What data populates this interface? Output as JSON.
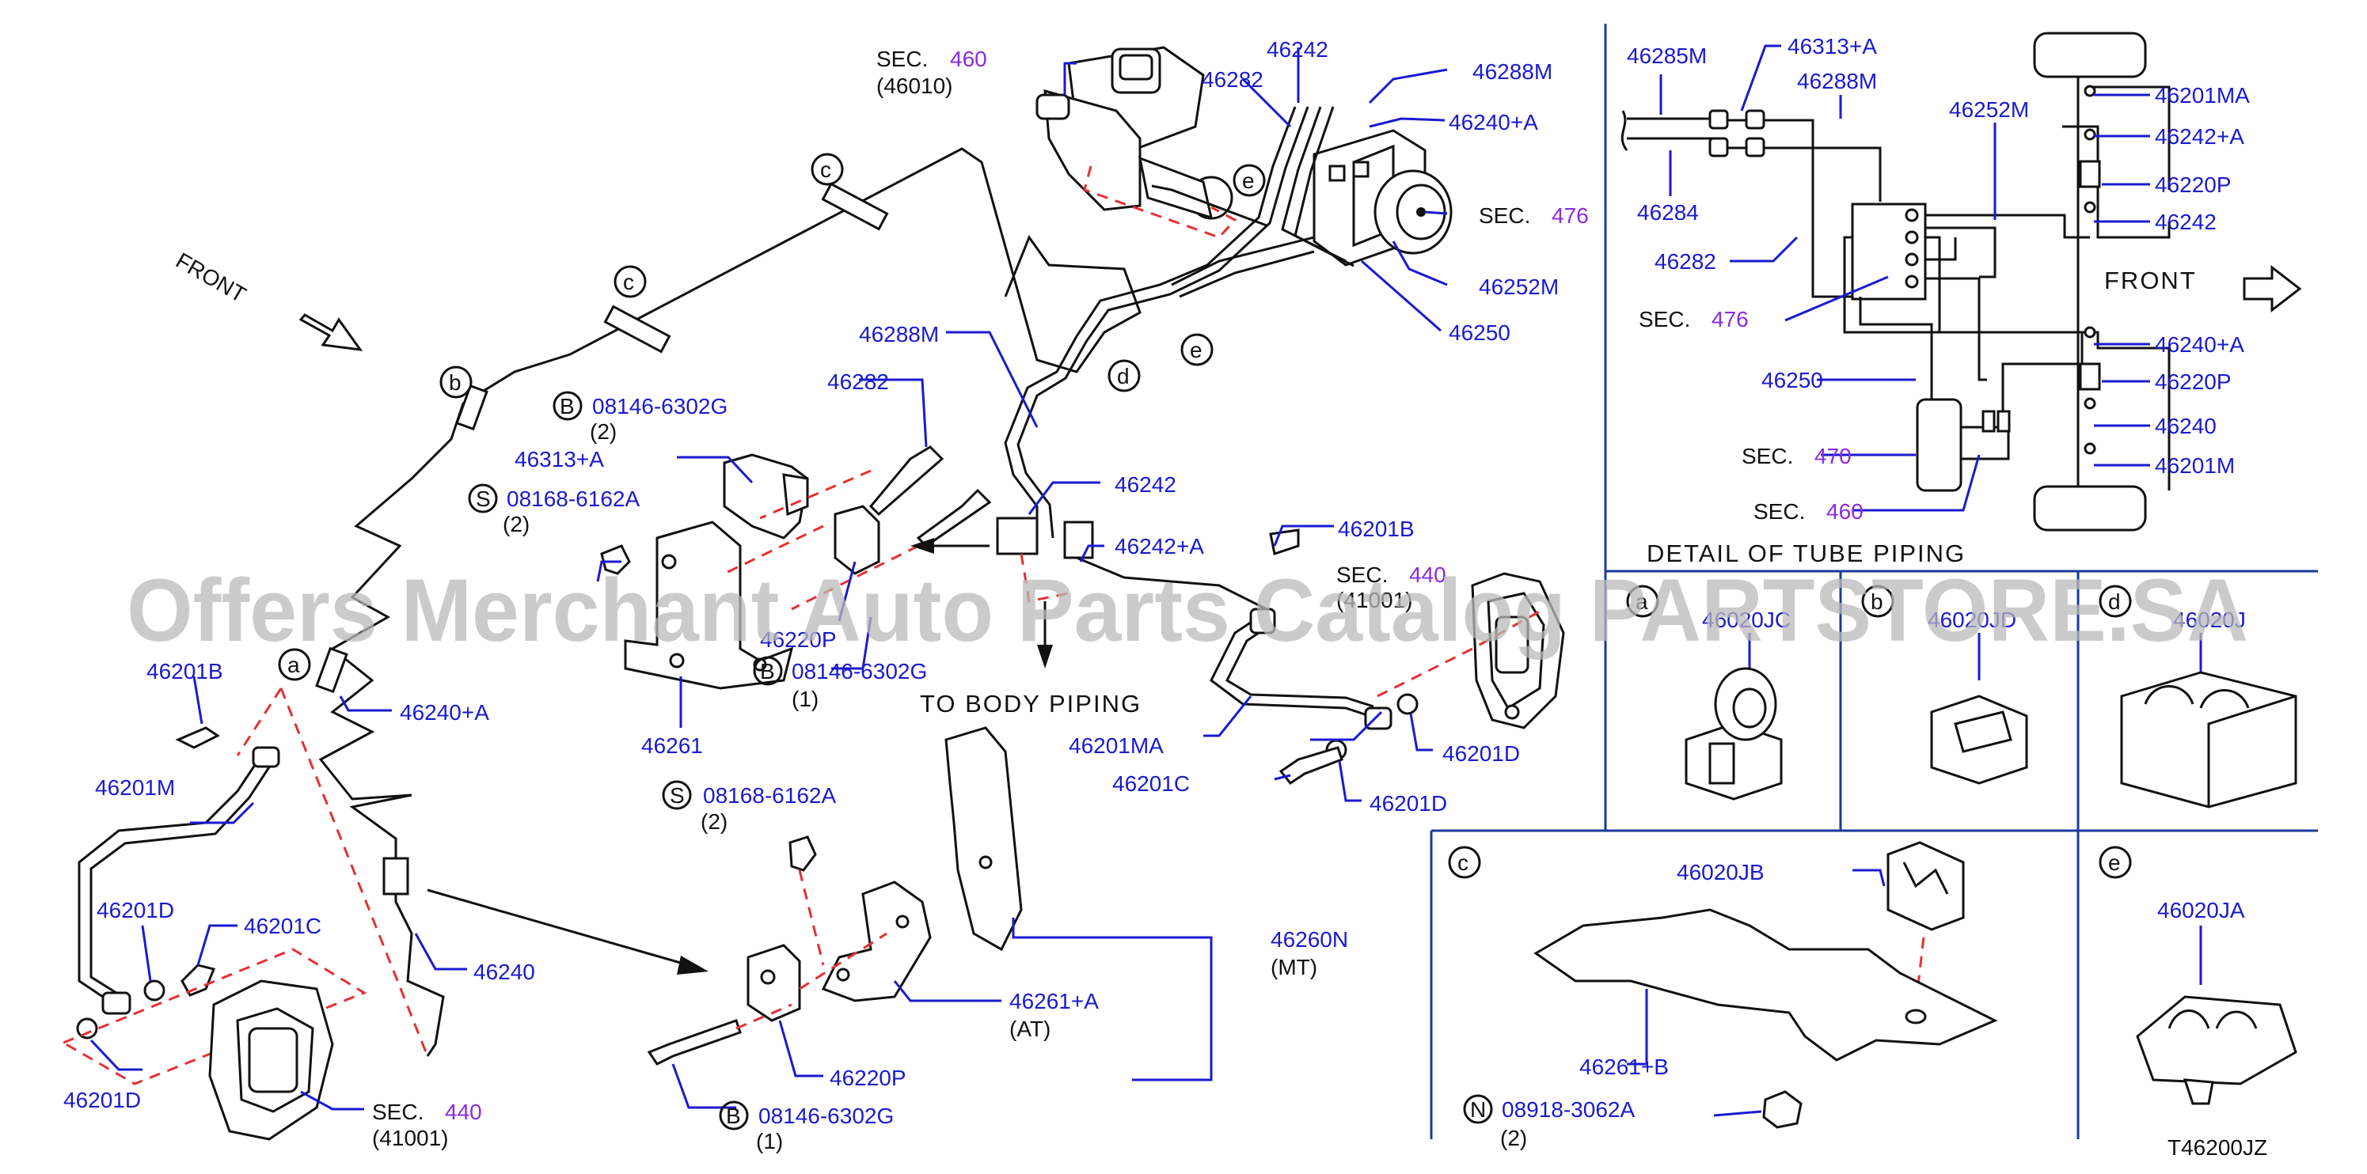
{
  "diagram_code": "T46200JZ",
  "watermark": "Offers Merchant Auto Parts Catalog PARTSTORE.SA",
  "front_label_main": "FRONT",
  "front_label_schematic": "FRONT",
  "to_body_piping": "TO  BODY  PIPING",
  "detail_title": "DETAIL  OF  TUBE  PIPING",
  "colors": {
    "part_number": "#1a1ad0",
    "section_ref": "#8a2be2",
    "guide_line": "#e53030",
    "frame": "#1a3a9a"
  },
  "callouts": {
    "sec460_top": {
      "prefix": "SEC.",
      "num": "460",
      "sub": "(46010)"
    },
    "p46242_top": "46242",
    "p46282_top": "46282",
    "p46288M_top": "46288M",
    "p46240A_top": "46240+A",
    "sec476_top": {
      "prefix": "SEC.",
      "num": "476"
    },
    "p46252M_top": "46252M",
    "p46250_top": "46250",
    "p46288M_mid": "46288M",
    "p46282_mid": "46282",
    "bolt_B1": {
      "letter": "B",
      "code": "08146-6302G",
      "qty": "(2)"
    },
    "p46313A": "46313+A",
    "bolt_S1": {
      "letter": "S",
      "code": "08168-6162A",
      "qty": "(2)"
    },
    "p46242_mid": "46242",
    "p46242A_mid": "46242+A",
    "p46220P_mid": "46220P",
    "bolt_B2": {
      "letter": "B",
      "code": "08146-6302G",
      "qty": "(1)"
    },
    "p46261": "46261",
    "p46201B_right": "46201B",
    "sec440_right": {
      "prefix": "SEC.",
      "num": "440",
      "sub": "(41001)"
    },
    "p46201MA": "46201MA",
    "p46201D_r1": "46201D",
    "p46201C_right": "46201C",
    "p46201D_r2": "46201D",
    "p46201B_left": "46201B",
    "p46240A_left": "46240+A",
    "p46201M_left": "46201M",
    "p46201D_l1": "46201D",
    "p46201C_left": "46201C",
    "p46240_left": "46240",
    "p46201D_l2": "46201D",
    "sec440_left": {
      "prefix": "SEC.",
      "num": "440",
      "sub": "(41001)"
    },
    "bolt_S2": {
      "letter": "S",
      "code": "08168-6162A",
      "qty": "(2)"
    },
    "p46260N": "46260N",
    "p46260N_note": "(MT)",
    "p46261A": "46261+A",
    "p46261A_note": "(AT)",
    "p46220P_low": "46220P",
    "bolt_B3": {
      "letter": "B",
      "code": "08146-6302G",
      "qty": "(1)"
    },
    "tag_a": "a",
    "tag_b": "b",
    "tag_c1": "c",
    "tag_c2": "c",
    "tag_d": "d",
    "tag_e1": "e",
    "tag_e2": "e"
  },
  "schematic": {
    "p46285M": "46285M",
    "p46313A": "46313+A",
    "p46288M": "46288M",
    "p46284": "46284",
    "p46252M": "46252M",
    "p46282": "46282",
    "sec476": {
      "prefix": "SEC.",
      "num": "476"
    },
    "p46250": "46250",
    "sec470": {
      "prefix": "SEC.",
      "num": "470"
    },
    "sec460": {
      "prefix": "SEC.",
      "num": "460"
    },
    "p46201MA": "46201MA",
    "p46242A": "46242+A",
    "p46220P_r1": "46220P",
    "p46242": "46242",
    "p46240A": "46240+A",
    "p46220P_r2": "46220P",
    "p46240": "46240",
    "p46201M": "46201M"
  },
  "details": {
    "a": {
      "tag": "a",
      "part": "46020JC"
    },
    "b": {
      "tag": "b",
      "part": "46020JD"
    },
    "d": {
      "tag": "d",
      "part": "46020J"
    },
    "c": {
      "tag": "c",
      "part_clip": "46020JB",
      "part_bracket": "46261+B",
      "nut": {
        "letter": "N",
        "code": "08918-3062A",
        "qty": "(2)"
      }
    },
    "e": {
      "tag": "e",
      "part": "46020JA"
    }
  }
}
